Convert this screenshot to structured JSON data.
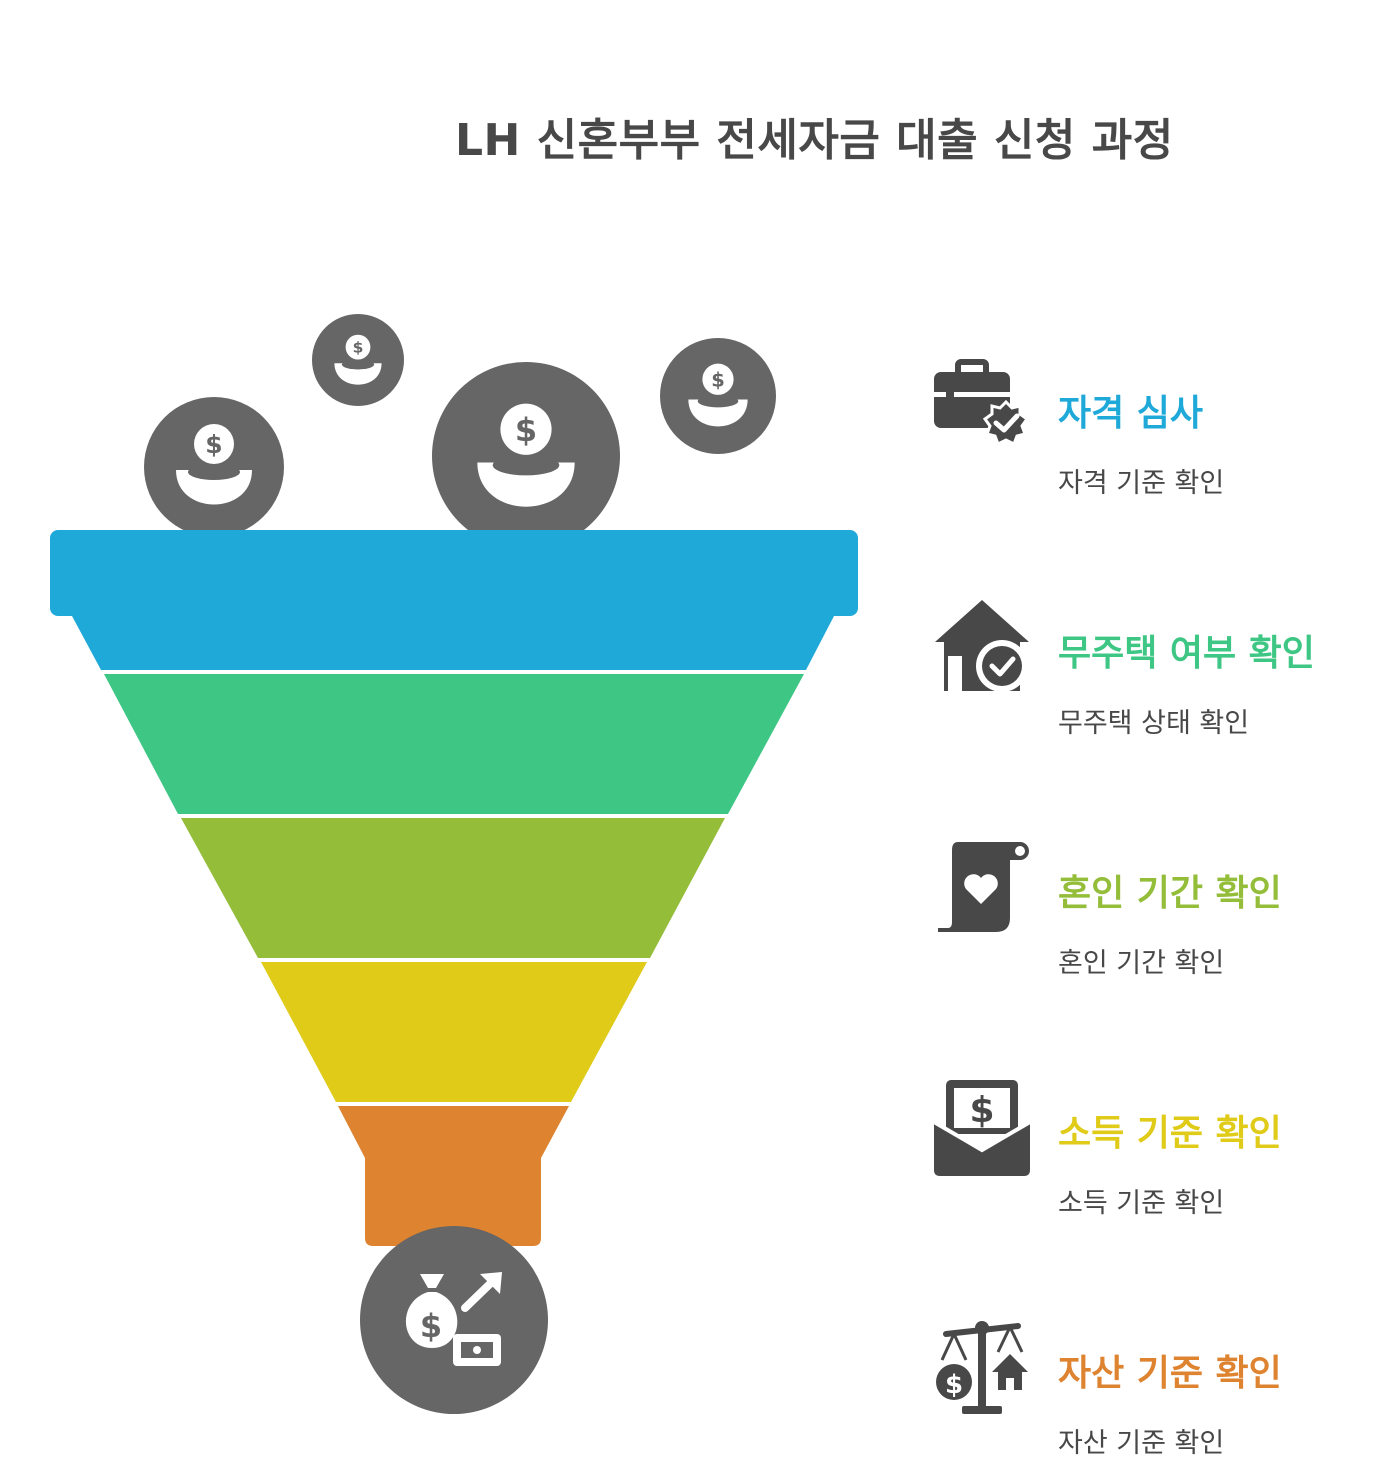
{
  "title": "LH 신혼부부 전세자금 대출 신청 과정",
  "steps": [
    {
      "title": "자격 심사",
      "description": "자격 기준 확인",
      "color": "#1fa9d9",
      "icon": "briefcase-check-icon"
    },
    {
      "title": "무주택 여부 확인",
      "description": "무주택 상태 확인",
      "color": "#3ec684",
      "icon": "house-check-icon"
    },
    {
      "title": "혼인 기간 확인",
      "description": "혼인 기간 확인",
      "color": "#94bd3a",
      "icon": "heart-document-icon"
    },
    {
      "title": "소득 기준 확인",
      "description": "소득 기준 확인",
      "color": "#dfcb18",
      "icon": "money-envelope-icon"
    },
    {
      "title": "자산 기준 확인",
      "description": "자산 기준 확인",
      "color": "#de8330",
      "icon": "asset-scale-icon"
    }
  ],
  "icon_color": "#666666",
  "funnel_inputs": [
    "coin-bowl-icon",
    "coin-bowl-icon",
    "coin-bowl-icon",
    "coin-bowl-icon"
  ],
  "funnel_output": "money-bag-growth-icon"
}
